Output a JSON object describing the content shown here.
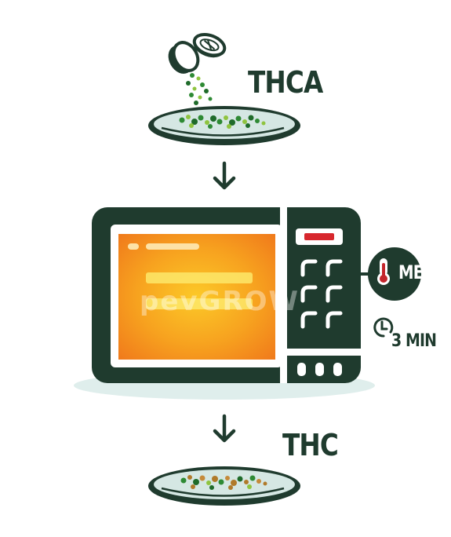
{
  "steps": {
    "before_label": "THCA",
    "after_label": "THC"
  },
  "microwave": {
    "power_label": "MED",
    "time_label": "3 MIN"
  },
  "watermark": "pevGROW",
  "colors": {
    "dark": "#1f3b2e",
    "plate": "#d5e7e3",
    "shadow": "#dfeeec",
    "display": "#d7272d",
    "screen_inner": "#f7b21f",
    "screen_outer": "#f27a1c",
    "thermometer": "#c4262c",
    "herb_green": "#2e8a34",
    "herb_decarb": "#b07a2a"
  },
  "icons": [
    "grinder-icon",
    "arrow-down-icon",
    "microwave-icon",
    "thermometer-icon",
    "clock-icon",
    "plate-icon"
  ]
}
